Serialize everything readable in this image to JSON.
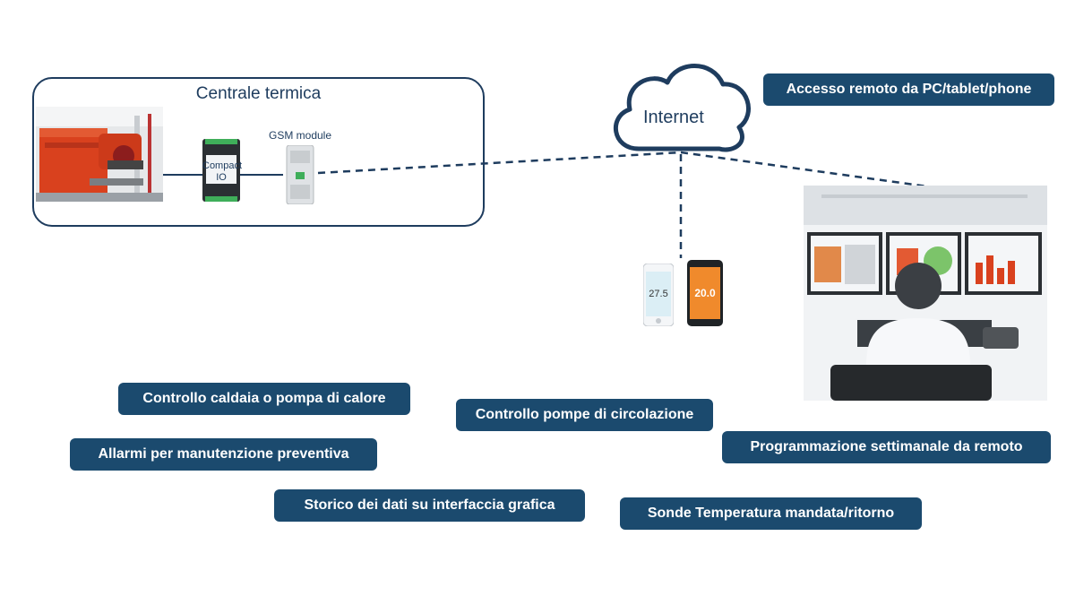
{
  "central": {
    "title": "Centrale termica"
  },
  "devices": {
    "compact_label_line1": "Compact",
    "compact_label_line2": "IO",
    "gsm_label": "GSM module"
  },
  "cloud": {
    "label": "Internet"
  },
  "phones": {
    "white_phone_reading": "27.5",
    "orange_phone_reading": "20.0"
  },
  "features": {
    "remote_access": "Accesso remoto da PC/tablet/phone",
    "boiler_control": "Controllo caldaia o pompa di calore",
    "pump_control": "Controllo pompe di circolazione",
    "alarms": "Allarmi per manutenzione preventiva",
    "weekly_schedule": "Programmazione settimanale da remoto",
    "data_history": "Storico dei dati su interfaccia grafica",
    "temp_probes": "Sonde Temperatura mandata/ritorno"
  },
  "colors": {
    "accent": "#1b4a6e",
    "outline": "#1e3c5e",
    "boiler": "#d9411e"
  }
}
